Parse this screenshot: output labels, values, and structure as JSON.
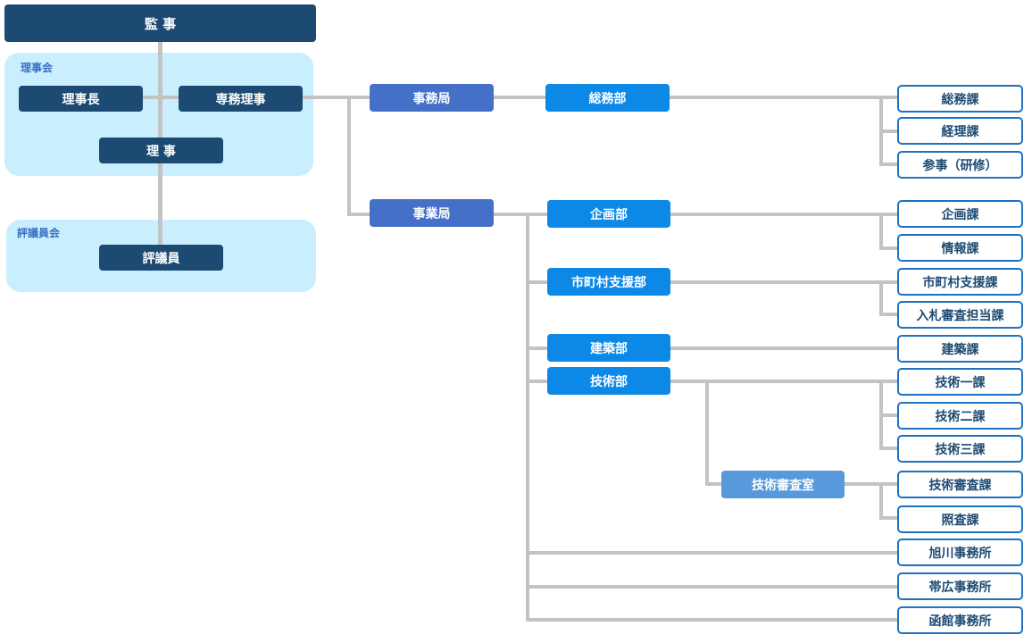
{
  "board": {
    "auditor": "監 事",
    "council_label": "理事会",
    "chairman": "理事長",
    "managing_director": "専務理事",
    "director": "理 事",
    "councillors_label": "評議員会",
    "councillor": "評議員"
  },
  "bureaus": {
    "secretariat": "事務局",
    "operations": "事業局"
  },
  "departments": {
    "general_affairs": "総務部",
    "planning": "企画部",
    "municipal_support": "市町村支援部",
    "construction": "建築部",
    "engineering": "技術部",
    "technical_review_office": "技術審査室"
  },
  "sections": {
    "general_affairs": "総務課",
    "accounting": "経理課",
    "counselor": "参事（研修）",
    "planning": "企画課",
    "information": "情報課",
    "municipal_support": "市町村支援課",
    "bid_review": "入札審査担当課",
    "construction": "建築課",
    "engineering_1": "技術一課",
    "engineering_2": "技術二課",
    "engineering_3": "技術三課",
    "technical_review": "技術審査課",
    "verification": "照査課"
  },
  "offices": {
    "asahikawa": "旭川事務所",
    "obihiro": "帯広事務所",
    "hakodate": "函館事務所"
  },
  "colors": {
    "navy": "#1d4a72",
    "bureau": "#4470c8",
    "department": "#0c88e6",
    "office": "#5899dc",
    "panel": "#c9efff",
    "connector": "#c3c3c3",
    "section_border": "#1e72bf"
  }
}
